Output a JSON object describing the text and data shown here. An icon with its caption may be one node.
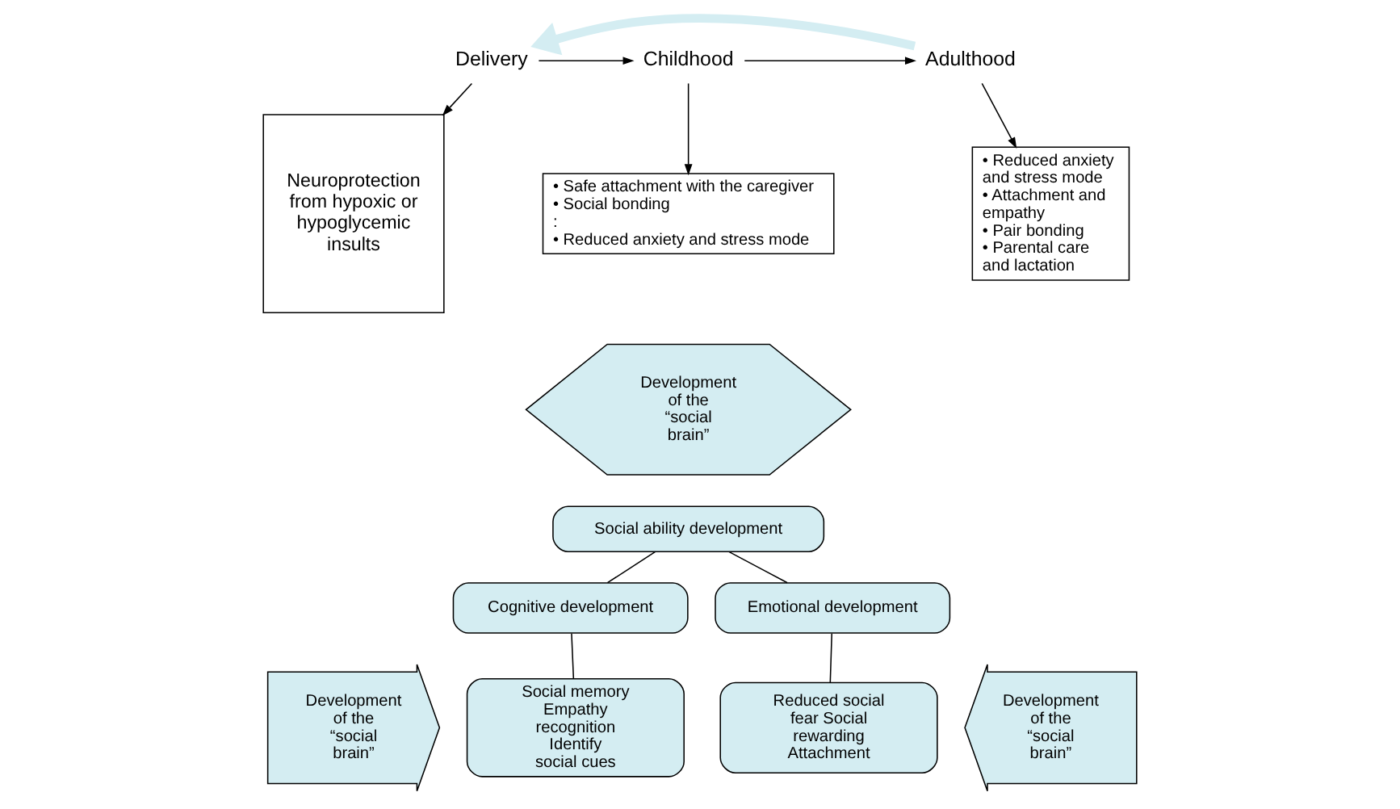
{
  "diagram": {
    "nodes": [
      {
        "text": [
          "Delivery"
        ]
      },
      {
        "text": [
          "Childhood"
        ]
      },
      {
        "text": [
          "Adulthood"
        ]
      },
      {
        "text": [
          "Neuroprotection from hypoxic or hypoglycemic insults"
        ]
      },
      {
        "text": [
          "• Safe attachment with the caregiver",
          "• Social bonding",
          ":",
          "• Reduced anxiety and stress mode"
        ]
      },
      {
        "text": [
          "Development of the “social brain”"
        ]
      },
      {
        "text": [
          "• Reduced anxiety and stress mode",
          "• Attachment and empathy",
          "• Pair bonding",
          "• Parental care and lactation"
        ]
      },
      {
        "text": [
          "Social ability development"
        ]
      },
      {
        "text": [
          "Cognitive development"
        ]
      },
      {
        "text": [
          "Emotional development"
        ]
      },
      {
        "text": [
          "Social memory Empathy recognition Identify social cues"
        ]
      },
      {
        "text": [
          "Reduced social fear Social rewarding Attachment"
        ]
      },
      {
        "text": [
          "Development of the “social brain”"
        ]
      },
      {
        "text": [
          "Development of the “social brain”"
        ]
      }
    ],
    "edges": [
      {
        "from": 0,
        "to": 1,
        "arrow": "to"
      },
      {
        "from": 1,
        "to": 2,
        "arrow": "to"
      },
      {
        "from": 2,
        "to": 0,
        "arrow": "to",
        "style": "thick",
        "color": "#d4edf2"
      },
      {
        "from": 0,
        "to": 3,
        "arrow": "to"
      },
      {
        "from": 1,
        "to": 4,
        "arrow": "to"
      },
      {
        "from": 2,
        "to": 6,
        "arrow": "to"
      },
      {
        "from": 7,
        "to": 8,
        "arrow": "none"
      },
      {
        "from": 7,
        "to": 9,
        "arrow": "none"
      },
      {
        "from": 8,
        "to": 10,
        "arrow": "none"
      },
      {
        "from": 9,
        "to": 11,
        "arrow": "none"
      }
    ]
  }
}
